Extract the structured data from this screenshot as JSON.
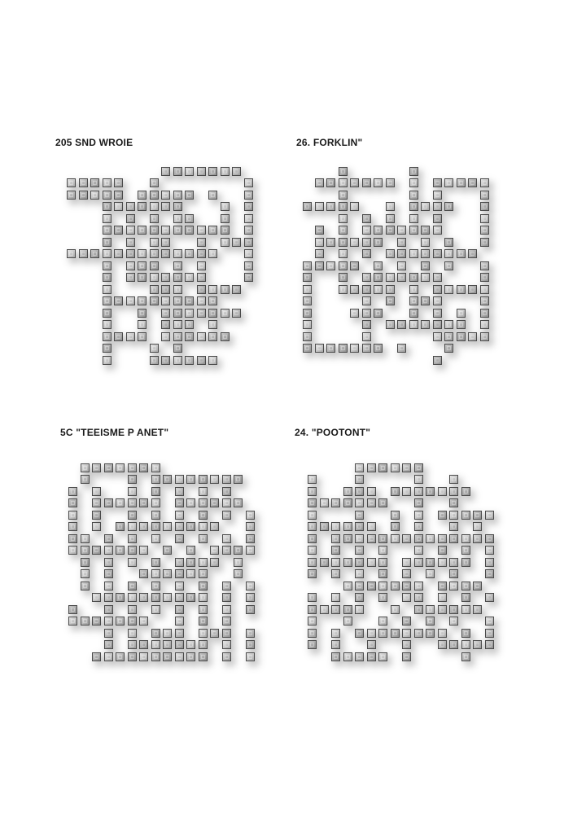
{
  "puzzles": [
    {
      "title": "205 SND WROIE",
      "grid": [
        "................",
        "........#######.",
        "#####..#.......#",
        "#####.#####.#..#",
        "...#######...#.#",
        "...#.#.#.##..#.#",
        "...###########.#",
        "...#.#.##..#.###",
        "#############..#",
        "...#.###.#.#...#",
        "...#.#######...#",
        "...#...###.####.",
        "...##########...",
        "...#..#.#######.",
        "...#..#.###.#...",
        "...####.######..",
        "...#...#.#......",
        "...#...######..."
      ]
    },
    {
      "title": "26. FORKLIN\"",
      "grid": [
        "................",
        "...#.....#......",
        ".#######.#.#####",
        "...#.....#.#...#",
        "#####..#.####..#",
        "...#.#.#.#.#...#",
        ".#.#.#######...#",
        ".######.#.#.#..#",
        ".#.#.#.########.",
        "#####.#.#.#.#..#",
        "#..#.#######...#",
        "#..#####.#.#####",
        "#....#.#.###...#",
        "#...###..#.#.#.#",
        "#....#.#######.#",
        "#....#.....#####",
        "#######.#...#...",
        "...........#...."
      ]
    },
    {
      "title": "5C  \"TEEISME P ANET\"",
      "grid": [
        "................",
        ".#######........",
        ".#...#.########.",
        "#.#..#.#.#.#.#..",
        "#.######.######.",
        "#.#..#.#.#.#.#.#",
        "#.#.#########..#",
        "##.#.#.#.#.#.#.#",
        "#######.#.#.####",
        ".#.#.#.#.####.#.",
        ".#.#..######..#.",
        ".#.#.#.#.#.#.#.#",
        "..##########.#.#",
        "#..#.#.#.#.#.#.#",
        "#######..#.#.#..",
        "...#.#.###.###.#",
        "...#.#######.#.#",
        "..##########.#.#"
      ]
    },
    {
      "title": "24. \"POOTONT\"",
      "grid": [
        "................",
        "....######......",
        "#...#....#..#...",
        "#..###.#######..",
        "#######..#..#...",
        "#...#..#.#.#####",
        "######.#.#..#.#.",
        "#.##############",
        "#.#.#.#..#.#.#.#",
        "#######.######.#",
        "#.#.#.#.#.#.#..#",
        "...#######.####.",
        "#.#.#.#.##.#.#.#",
        "#####..#.######.",
        "#..#..#.#.#.#..#",
        "#.#.########.#.#",
        "#.#..#..#..#####",
        "..#####.#....#.."
      ]
    }
  ]
}
